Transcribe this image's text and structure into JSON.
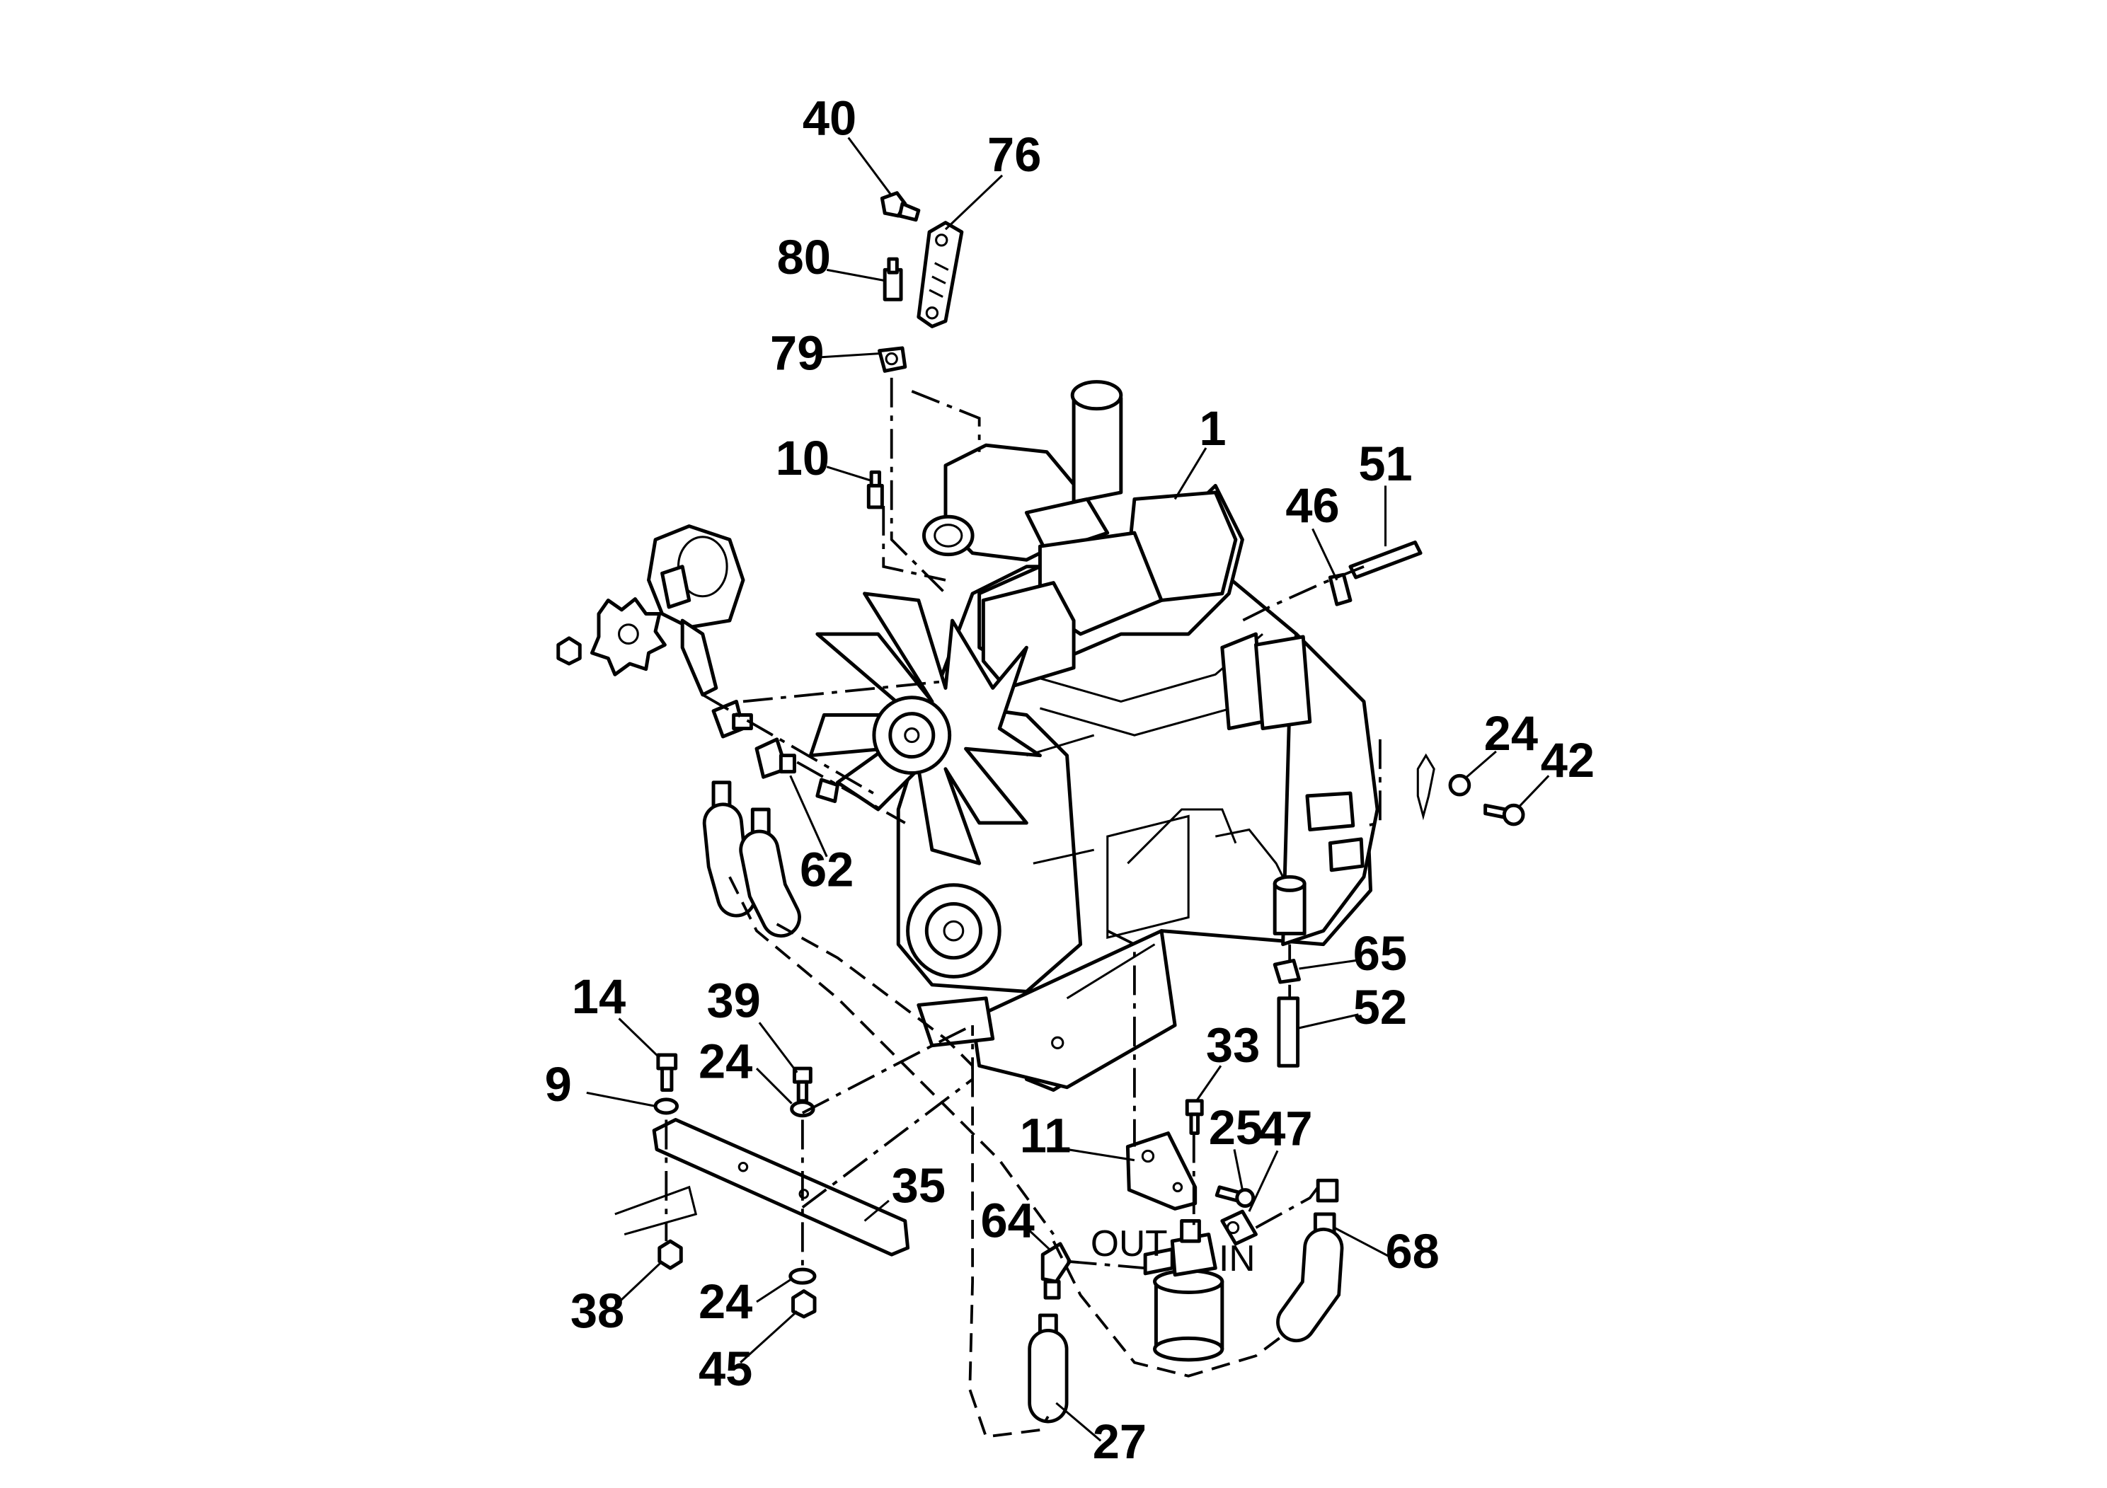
{
  "diagram": {
    "callouts": [
      "40",
      "76",
      "80",
      "79",
      "1",
      "10",
      "51",
      "46",
      "24",
      "42",
      "62",
      "65",
      "52",
      "14",
      "39",
      "24",
      "9",
      "33",
      "25",
      "47",
      "11",
      "35",
      "64",
      "68",
      "38",
      "24",
      "45",
      "27"
    ],
    "ports": {
      "out": "OUT",
      "in": "IN"
    }
  }
}
